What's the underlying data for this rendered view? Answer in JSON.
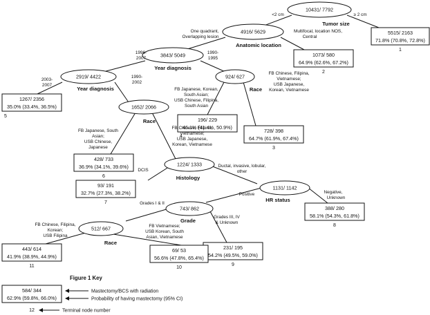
{
  "nodes": {
    "tumor_size": {
      "counts": "10431/ 7792",
      "variable": "Tumor size"
    },
    "anatomic_location": {
      "counts": "4916/ 5629",
      "variable": "Anatomic location"
    },
    "year_diag_1": {
      "counts": "3843/ 5049",
      "variable": "Year diagnosis"
    },
    "year_diag_2": {
      "counts": "2919/ 4422",
      "variable": "Year diagnosis"
    },
    "race_1": {
      "counts": "924/ 627",
      "variable": "Race"
    },
    "race_2": {
      "counts": "1652/ 2066",
      "variable": "Race"
    },
    "histology": {
      "counts": "1224/ 1333",
      "variable": "Histology"
    },
    "hr_status": {
      "counts": "1131/ 1142",
      "variable": "HR status"
    },
    "grade": {
      "counts": "743/ 862",
      "variable": "Grade"
    },
    "race_3": {
      "counts": "512/ 667",
      "variable": "Race"
    }
  },
  "terminals": {
    "t1": {
      "counts": "5515/ 2163",
      "prob": "71.8% (70.8%, 72.8%)",
      "number": "1"
    },
    "t2": {
      "counts": "1073/ 580",
      "prob": "64.9% (62.6%, 67.2%)",
      "number": "2"
    },
    "t3": {
      "counts": "728/ 398",
      "prob": "64.7% (61.9%, 67.4%)",
      "number": "3"
    },
    "t4": {
      "counts": "196/ 229",
      "prob": "46.1% (41.4%, 50.9%)",
      "number": "4"
    },
    "t5": {
      "counts": "1267/ 2356",
      "prob": "35.0% (33.4%, 36.5%)",
      "number": "5"
    },
    "t6": {
      "counts": "428/ 733",
      "prob": "36.9% (34.1%, 39.6%)",
      "number": "6"
    },
    "t7": {
      "counts": "93/ 191",
      "prob": "32.7% (27.3%, 38.2%)",
      "number": "7"
    },
    "t8": {
      "counts": "388/ 280",
      "prob": "58.1% (54.3%, 61.8%)",
      "number": "8"
    },
    "t9": {
      "counts": "231/ 195",
      "prob": "54.2% (49.5%, 59.0%)",
      "number": "9"
    },
    "t10": {
      "counts": "69/ 53",
      "prob": "56.6% (47.8%, 65.4%)",
      "number": "10"
    },
    "t11": {
      "counts": "443/ 614",
      "prob": "41.9% (38.9%, 44.9%)",
      "number": "11"
    }
  },
  "edges": {
    "lt2cm": "<2 cm",
    "ge2cm": "≥ 2 cm",
    "one_quadrant": [
      "One quadrant,",
      "Overlapping lesion"
    ],
    "multifocal": [
      "Multifocal, location NOS,",
      "Central"
    ],
    "y1996_2007": [
      "1996-",
      "2007"
    ],
    "y1990_1995": [
      "1990-",
      "1995"
    ],
    "y2003_2007": [
      "2003-",
      "2007"
    ],
    "y1990_2002": [
      "1990-",
      "2002"
    ],
    "race1_left": [
      "FB Japanese, Korean,",
      "South Asian;",
      "USB Chinese, Filipina,",
      "South Asian"
    ],
    "race1_right": [
      "FB Chinese, Filipina,",
      "Vietnamese;",
      "USB Japanese,",
      "Korean, Vietnamese"
    ],
    "race2_left": [
      "FB Japanese, South",
      "Asian;",
      "USB Chinese,",
      "Japanese"
    ],
    "race2_right": [
      "FB Chinese, Filipina,",
      "Vietnamese;",
      "USB Japanese,",
      "Korean, Vietnamese"
    ],
    "dcis": "DCIS",
    "ductal": [
      "Ductal, invasive, lobular,",
      "other"
    ],
    "positive": "Positive",
    "negative": [
      "Negative,",
      "Unknown"
    ],
    "grades_1_2": "Grades I & II",
    "grades_3_4": [
      "Grades III, IV",
      "& Unknown"
    ],
    "race3_left": [
      "FB Chinese, Filipina,",
      "Korean;",
      "USB Filipina"
    ],
    "race3_right": [
      "FB Vietnamese;",
      "USB Korean, South",
      "Asian, Vietnamese"
    ]
  },
  "key": {
    "title": "Figure 1 Key",
    "counts": "584/ 344",
    "prob": "62.9% (59.8%, 66.0%)",
    "number": "12",
    "counts_desc": "Mastectomy/BCS with radiation",
    "prob_desc": "Probability of having mastectomy (95% CI)",
    "number_desc": "Terminal node number"
  }
}
